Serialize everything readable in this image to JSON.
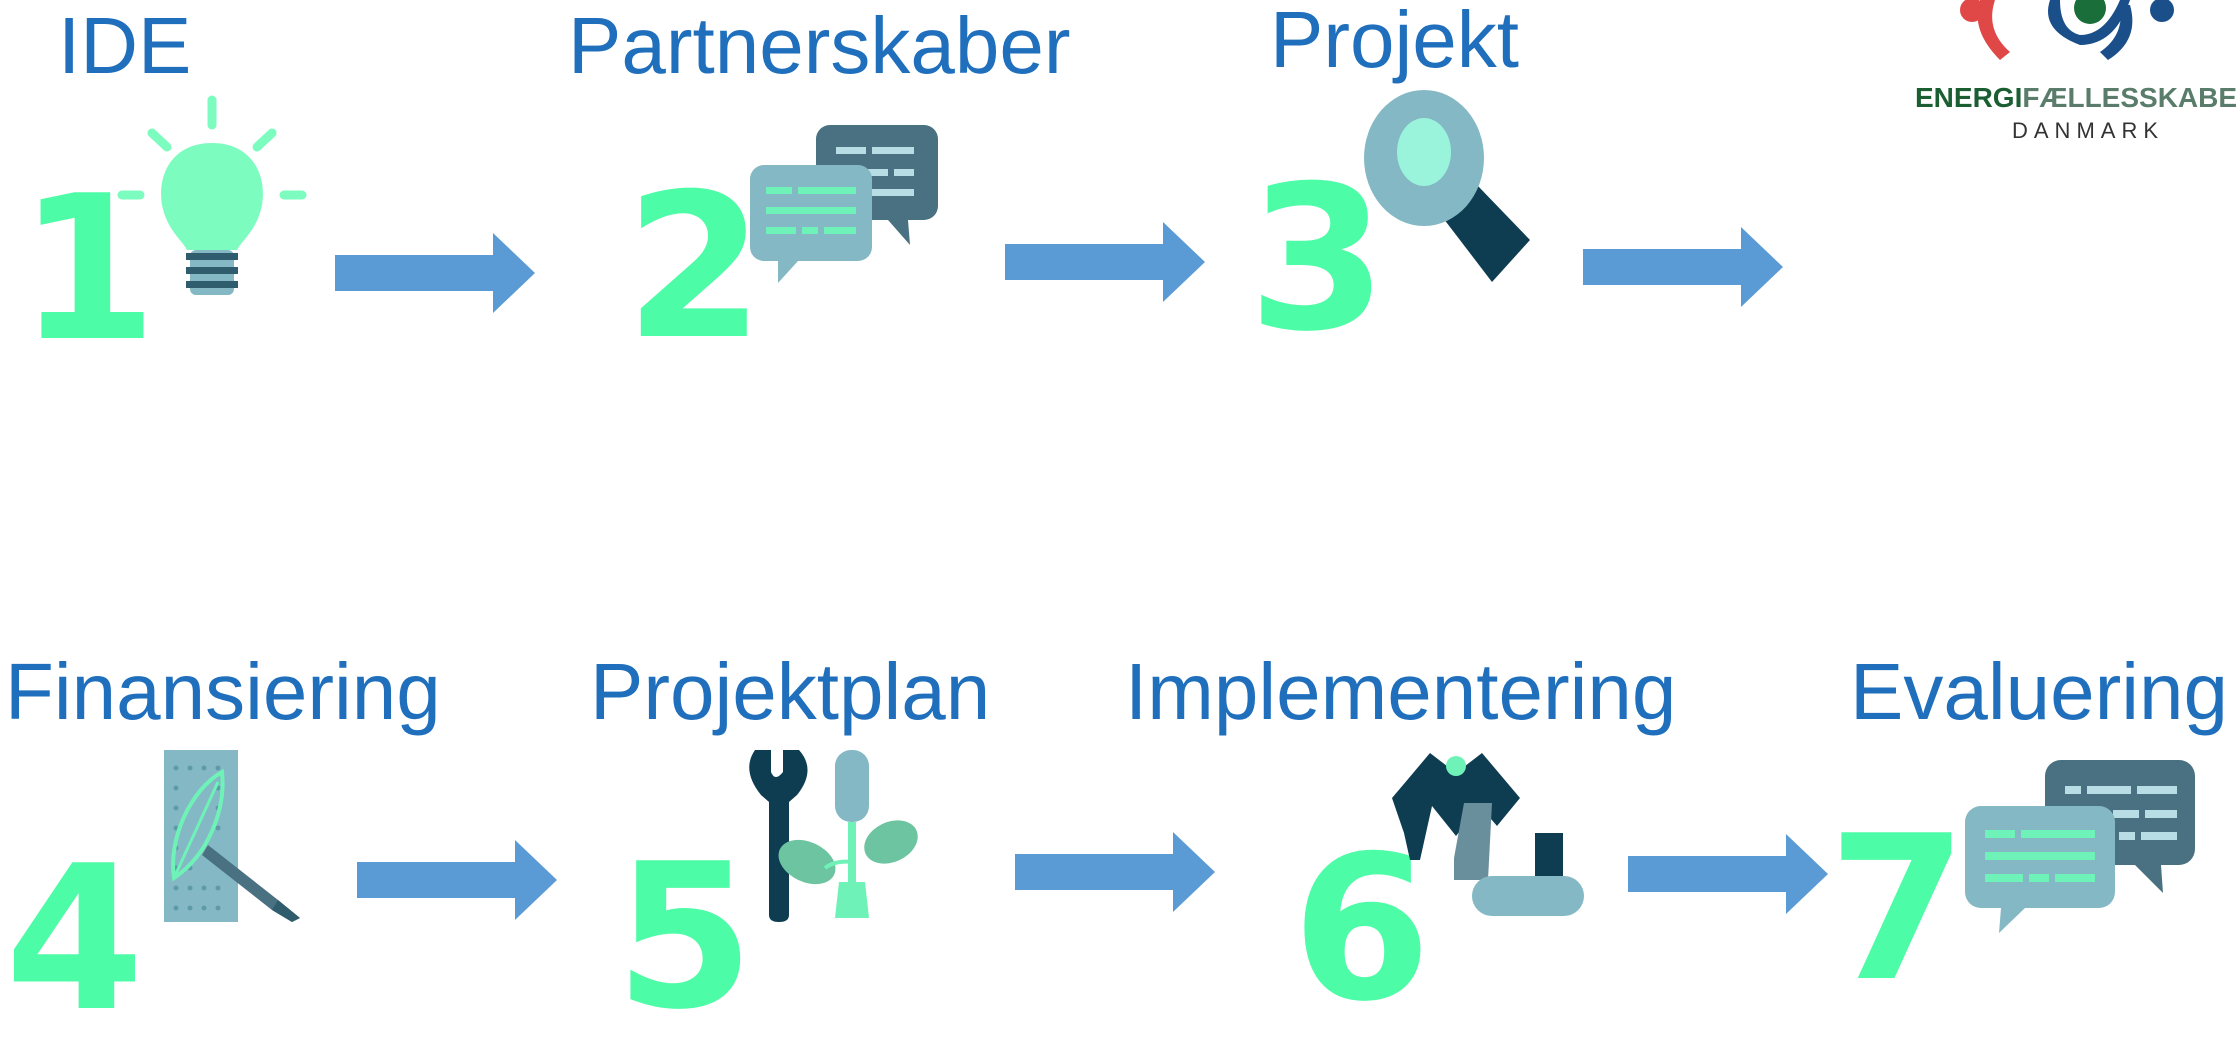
{
  "colors": {
    "title": "#1f6fbd",
    "number": "#4dfca6",
    "arrow": "#5b9bd5"
  },
  "logo": {
    "part1": "ENERGI",
    "part2": "FÆLLESSKABE",
    "sub": "DANMARK"
  },
  "stages": [
    {
      "title": "IDE",
      "number": "1",
      "icon": "lightbulb-icon"
    },
    {
      "title": "Partnerskaber",
      "number": "2",
      "icon": "chat-bubbles-icon"
    },
    {
      "title": "Projekt",
      "number": "3",
      "icon": "magnifier-icon"
    },
    {
      "title": "Finansiering",
      "number": "4",
      "icon": "document-pen-icon"
    },
    {
      "title": "Projektplan",
      "number": "5",
      "icon": "tools-plant-icon"
    },
    {
      "title": "Implementering",
      "number": "6",
      "icon": "robot-arm-icon"
    },
    {
      "title": "Evaluering",
      "number": "7",
      "icon": "chat-bubbles-icon"
    }
  ]
}
